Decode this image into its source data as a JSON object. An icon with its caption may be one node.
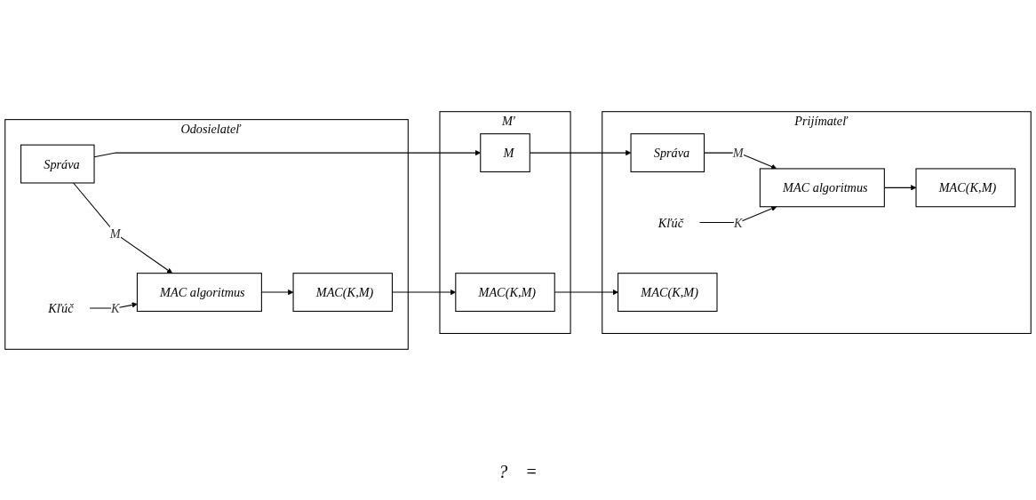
{
  "diagram": {
    "nodes": [
      {
        "text": [
          "Odosielateľ"
        ]
      },
      {
        "text": [
          "Správa"
        ],
        "in": 0
      },
      {
        "text": [
          "MAC algoritmus"
        ],
        "in": 0
      },
      {
        "text": [
          "Kľúč"
        ],
        "in": 0
      },
      {
        "text": [
          "MAC(K,M)"
        ],
        "in": 0
      },
      {
        "text": [
          "M′"
        ]
      },
      {
        "text": [
          "M"
        ],
        "in": 5
      },
      {
        "text": [
          "MAC(K,M)"
        ],
        "in": 5
      },
      {
        "text": [
          "Prijímateľ"
        ]
      },
      {
        "text": [
          "Správa"
        ],
        "in": 8
      },
      {
        "text": [
          "MAC algoritmus"
        ],
        "in": 8
      },
      {
        "text": [
          "Kľúč"
        ],
        "in": 8
      },
      {
        "text": [
          "MAC(K,M)"
        ],
        "in": 8
      },
      {
        "text": [
          "MAC(K,M)"
        ],
        "in": 8
      }
    ],
    "edges": [
      {
        "from": 1,
        "to": 2,
        "arrow": "to",
        "label": "M"
      },
      {
        "from": 3,
        "to": 2,
        "arrow": "to",
        "label": "K"
      },
      {
        "from": 2,
        "to": 4,
        "arrow": "to"
      },
      {
        "from": 4,
        "to": 7,
        "arrow": "to"
      },
      {
        "from": 1,
        "to": 6,
        "arrow": "to"
      },
      {
        "from": 6,
        "to": 9,
        "arrow": "to"
      },
      {
        "from": 7,
        "to": 12,
        "arrow": "to"
      },
      {
        "from": 9,
        "to": 10,
        "arrow": "to",
        "label": "M"
      },
      {
        "from": 11,
        "to": 10,
        "arrow": "to",
        "label": "K"
      },
      {
        "from": 10,
        "to": 13,
        "arrow": "to"
      }
    ],
    "labels": [
      "?",
      "="
    ]
  }
}
